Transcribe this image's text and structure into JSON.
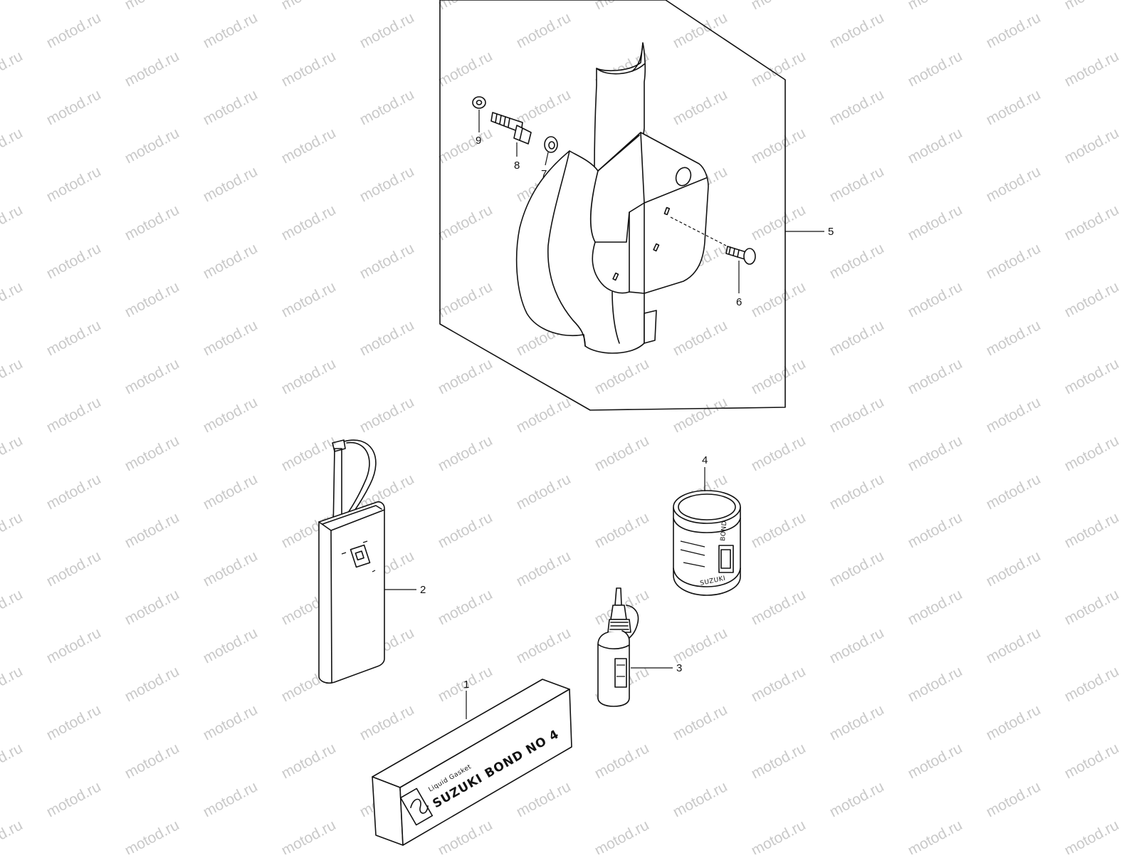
{
  "watermark": "motod.ru",
  "callouts": [
    {
      "number": "1",
      "part": "sealant-package"
    },
    {
      "number": "2",
      "part": "oil-tank"
    },
    {
      "number": "3",
      "part": "oil-bottle"
    },
    {
      "number": "4",
      "part": "bond-can"
    },
    {
      "number": "5",
      "part": "side-cover-assembly"
    },
    {
      "number": "6",
      "part": "screw"
    },
    {
      "number": "7",
      "part": "rubber-cushion"
    },
    {
      "number": "8",
      "part": "bolt"
    },
    {
      "number": "9",
      "part": "washer"
    }
  ],
  "package": {
    "brand_line": "SUZUKI BOND NO 4",
    "sub_line": "Liquid Gasket"
  },
  "can": {
    "label_top": "BOND",
    "label_bottom": "SUZUKI"
  }
}
